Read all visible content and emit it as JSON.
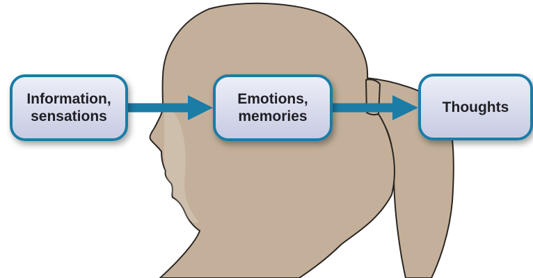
{
  "colors": {
    "head_fill": "#c4b09a",
    "head_outline": "#2a2622",
    "arrow": "#1b7ca6",
    "box_border": "#1b7ca6",
    "box_fill_top": "#eceef7",
    "box_fill_bottom": "#c7cbe3",
    "text": "#1f1f24"
  },
  "nodes": {
    "information": "Information,\nsensations",
    "emotions": "Emotions,\nmemories",
    "thoughts": "Thoughts"
  },
  "edges": [
    {
      "from": "information",
      "to": "emotions"
    },
    {
      "from": "emotions",
      "to": "thoughts"
    }
  ]
}
